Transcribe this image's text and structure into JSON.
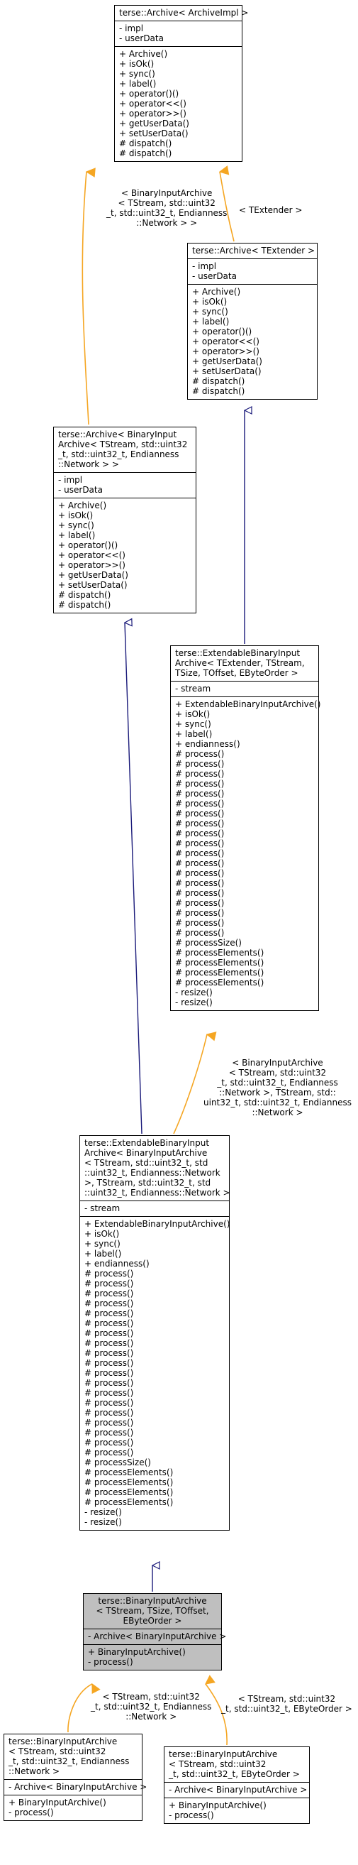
{
  "classes": [
    {
      "id": "archive_impl",
      "name": "terse::Archive< ArchiveImpl >",
      "title_lines": [
        "terse::Archive< ArchiveImpl >"
      ],
      "attributes": [
        "- impl",
        "- userData"
      ],
      "operations": [
        "+ Archive()",
        "+ isOk()",
        "+ sync()",
        "+ label()",
        "+ operator()()",
        "+ operator<<()",
        "+ operator>>()",
        "+ getUserData()",
        "+ setUserData()",
        "# dispatch()",
        "# dispatch()"
      ]
    },
    {
      "id": "archive_textender",
      "name": "terse::Archive< TExtender >",
      "title_lines": [
        "terse::Archive< TExtender >"
      ],
      "attributes": [
        "- impl",
        "- userData"
      ],
      "operations": [
        "+ Archive()",
        "+ isOk()",
        "+ sync()",
        "+ label()",
        "+ operator()()",
        "+ operator<<()",
        "+ operator>>()",
        "+ getUserData()",
        "+ setUserData()",
        "# dispatch()",
        "# dispatch()"
      ]
    },
    {
      "id": "archive_bia",
      "name": "terse::Archive< BinaryInputArchive< TStream, std::uint32_t, std::uint32_t, Endianness::Network > >",
      "title_lines": [
        "terse::Archive< BinaryInput",
        "Archive< TStream, std::uint32",
        "_t, std::uint32_t, Endianness",
        "::Network > >"
      ],
      "attributes": [
        "- impl",
        "- userData"
      ],
      "operations": [
        "+ Archive()",
        "+ isOk()",
        "+ sync()",
        "+ label()",
        "+ operator()()",
        "+ operator<<()",
        "+ operator>>()",
        "+ getUserData()",
        "+ setUserData()",
        "# dispatch()",
        "# dispatch()"
      ]
    },
    {
      "id": "ext_textender",
      "name": "terse::ExtendableBinaryInputArchive< TExtender, TStream, TSize, TOffset, EByteOrder >",
      "title_lines": [
        "terse::ExtendableBinaryInput",
        "Archive< TExtender, TStream,",
        "TSize, TOffset, EByteOrder >"
      ],
      "attributes": [
        "- stream"
      ],
      "operations": [
        "+ ExtendableBinaryInputArchive()",
        "+ isOk()",
        "+ sync()",
        "+ label()",
        "+ endianness()",
        "# process()",
        "# process()",
        "# process()",
        "# process()",
        "# process()",
        "# process()",
        "# process()",
        "# process()",
        "# process()",
        "# process()",
        "# process()",
        "# process()",
        "# process()",
        "# process()",
        "# process()",
        "# process()",
        "# process()",
        "# process()",
        "# process()",
        "# processSize()",
        "# processElements()",
        "# processElements()",
        "# processElements()",
        "# processElements()",
        "- resize()",
        "- resize()"
      ]
    },
    {
      "id": "ext_bia",
      "name": "terse::ExtendableBinaryInputArchive< BinaryInputArchive< TStream, std::uint32_t, std::uint32_t, Endianness::Network >, TStream, std::uint32_t, std::uint32_t, Endianness::Network >",
      "title_lines": [
        "terse::ExtendableBinaryInput",
        "Archive< BinaryInputArchive",
        "< TStream, std::uint32_t, std",
        "::uint32_t, Endianness::Network",
        " >, TStream, std::uint32_t, std",
        "::uint32_t, Endianness::Network >"
      ],
      "attributes": [
        "- stream"
      ],
      "operations": [
        "+ ExtendableBinaryInputArchive()",
        "+ isOk()",
        "+ sync()",
        "+ label()",
        "+ endianness()",
        "# process()",
        "# process()",
        "# process()",
        "# process()",
        "# process()",
        "# process()",
        "# process()",
        "# process()",
        "# process()",
        "# process()",
        "# process()",
        "# process()",
        "# process()",
        "# process()",
        "# process()",
        "# process()",
        "# process()",
        "# process()",
        "# process()",
        "# processSize()",
        "# processElements()",
        "# processElements()",
        "# processElements()",
        "# processElements()",
        "- resize()",
        "- resize()"
      ]
    },
    {
      "id": "bia",
      "name": "terse::BinaryInputArchive< TStream, TSize, TOffset, EByteOrder >",
      "title_lines": [
        "terse::BinaryInputArchive",
        "< TStream, TSize, TOffset,",
        "EByteOrder >"
      ],
      "attributes": [
        "- Archive< BinaryInputArchive >"
      ],
      "operations": [
        "+ BinaryInputArchive()",
        "- process()"
      ],
      "current": true
    },
    {
      "id": "bia_network",
      "name": "terse::BinaryInputArchive< TStream, std::uint32_t, std::uint32_t, Endianness::Network >",
      "title_lines": [
        "terse::BinaryInputArchive",
        "< TStream, std::uint32",
        "_t, std::uint32_t, Endianness",
        "::Network >"
      ],
      "attributes": [
        "- Archive< BinaryInputArchive >"
      ],
      "operations": [
        "+ BinaryInputArchive()",
        "- process()"
      ]
    },
    {
      "id": "bia_ebyteorder",
      "name": "terse::BinaryInputArchive< TStream, std::uint32_t, std::uint32_t, EByteOrder >",
      "title_lines": [
        "terse::BinaryInputArchive",
        "< TStream, std::uint32",
        "_t, std::uint32_t, EByteOrder >"
      ],
      "attributes": [
        "- Archive< BinaryInputArchive >"
      ],
      "operations": [
        "+ BinaryInputArchive()",
        "- process()"
      ]
    }
  ],
  "edges": [
    {
      "id": "e1",
      "kind": "template",
      "from": "archive_bia",
      "to": "archive_impl",
      "label_lines": [
        "< BinaryInputArchive",
        "< TStream, std::uint32",
        "_t, std::uint32_t, Endianness",
        "::Network > >"
      ]
    },
    {
      "id": "e2",
      "kind": "template",
      "from": "archive_textender",
      "to": "archive_impl",
      "label_lines": [
        "< TExtender >"
      ]
    },
    {
      "id": "e3",
      "kind": "inherit",
      "from": "ext_textender",
      "to": "archive_textender",
      "label_lines": []
    },
    {
      "id": "e4",
      "kind": "inherit",
      "from": "ext_bia",
      "to": "archive_bia",
      "label_lines": []
    },
    {
      "id": "e5",
      "kind": "template",
      "from": "ext_bia",
      "to": "ext_textender",
      "label_lines": [
        "< BinaryInputArchive",
        "< TStream, std::uint32",
        "_t, std::uint32_t, Endianness",
        "::Network >, TStream, std::",
        "uint32_t, std::uint32_t, Endianness",
        "::Network >"
      ]
    },
    {
      "id": "e6",
      "kind": "inherit",
      "from": "bia",
      "to": "ext_bia",
      "label_lines": []
    },
    {
      "id": "e7",
      "kind": "template",
      "from": "bia_network",
      "to": "bia",
      "label_lines": [
        "< TStream, std::uint32",
        "_t, std::uint32_t, Endianness",
        "::Network >"
      ]
    },
    {
      "id": "e8",
      "kind": "template",
      "from": "bia_ebyteorder",
      "to": "bia",
      "label_lines": [
        "< TStream, std::uint32",
        "_t, std::uint32_t, EByteOrder >"
      ]
    }
  ],
  "colors": {
    "template_edge": "#f5a623",
    "inherit_edge": "#1a1a7a",
    "current_fill": "#bfbfbf",
    "box_fill": "#ffffff",
    "border": "#000000"
  }
}
